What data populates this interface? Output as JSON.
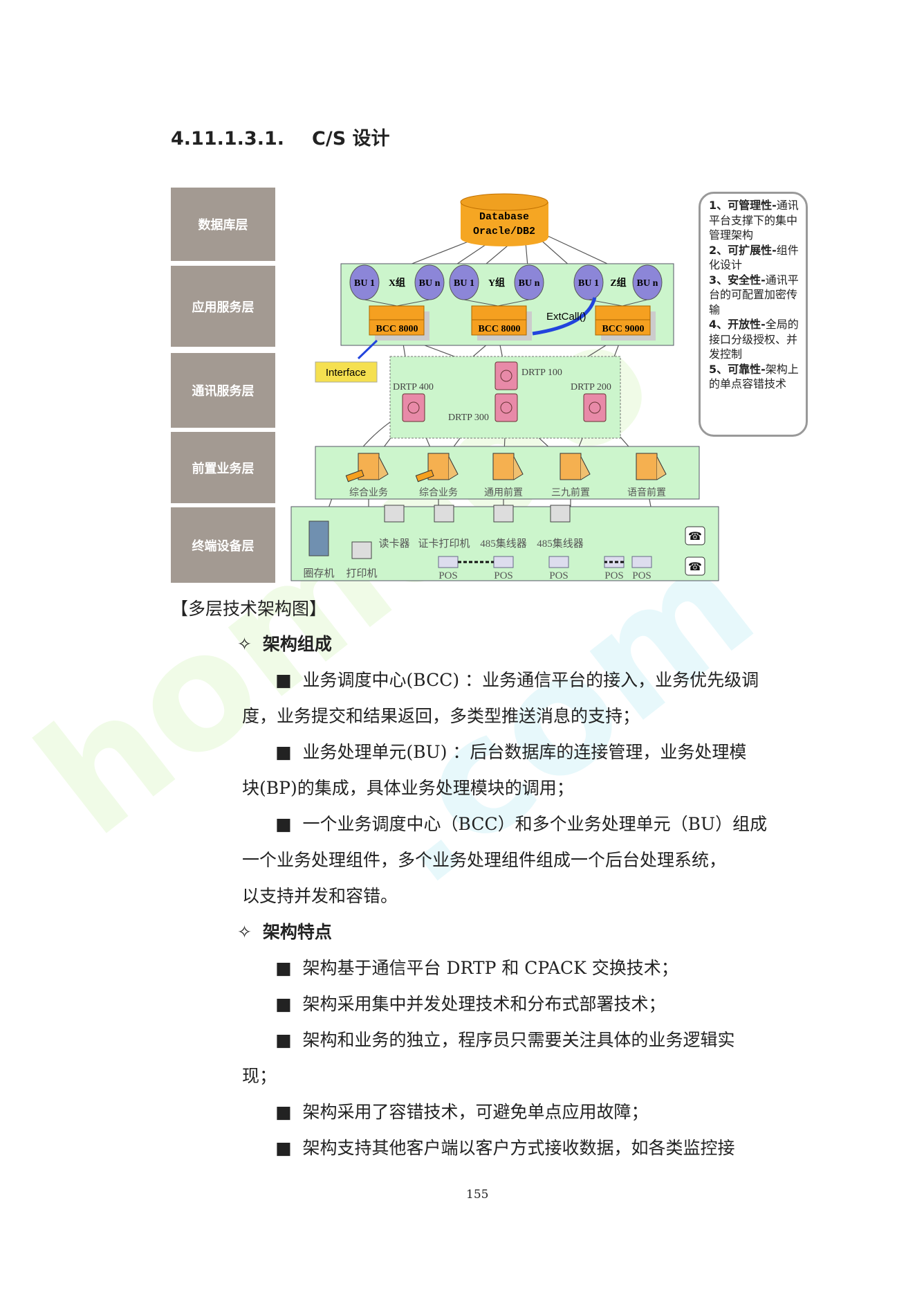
{
  "heading": {
    "number": "4.11.1.3.1.",
    "title": "C/S 设计"
  },
  "diagram": {
    "layers": [
      "数据库层",
      "应用服务层",
      "通讯服务层",
      "前置业务层",
      "终端设备层"
    ],
    "database": [
      "Database",
      "Oracle/DB2"
    ],
    "bu": [
      "BU 1",
      "BU n",
      "BU 1",
      "BU n",
      "BU 1",
      "BU n"
    ],
    "groups": [
      "X组",
      "Y组",
      "Z组"
    ],
    "bcc": [
      "BCC 8000",
      "BCC 8000",
      "BCC 9000"
    ],
    "extcall": "ExtCall()",
    "interface": "Interface",
    "drtp": [
      "DRTP 100",
      "DRTP 400",
      "DRTP 300",
      "DRTP 200"
    ],
    "front": [
      "综合业务",
      "综合业务",
      "通用前置",
      "三九前置",
      "语音前置"
    ],
    "terminals": [
      "圈存机",
      "打印机",
      "读卡器",
      "证卡打印机",
      "485集线器",
      "485集线器"
    ],
    "pos": [
      "POS",
      "POS",
      "POS",
      "POS",
      "POS"
    ],
    "legend": [
      {
        "t": "1、可管理性-",
        "d": "通讯平台支撑下的集中管理架构"
      },
      {
        "t": "2、可扩展性-",
        "d": "组件化设计"
      },
      {
        "t": "3、安全性-",
        "d": "通讯平台的可配置加密传输"
      },
      {
        "t": "4、开放性-",
        "d": "全局的接口分级授权、并发控制"
      },
      {
        "t": "5、可靠性-",
        "d": "架构上的单点容错技术"
      }
    ]
  },
  "caption": "【多层技术架构图】",
  "sections": [
    {
      "title": "架构组成",
      "items": [
        [
          "业务调度中心(BCC) ：业务通信平台的接入，业务优先级调",
          "度，业务提交和结果返回，多类型推送消息的支持；"
        ],
        [
          "业务处理单元(BU) ：后台数据库的连接管理，业务处理模",
          "块(BP)的集成，具体业务处理模块的调用；"
        ],
        [
          "一个业务调度中心（BCC）和多个业务处理单元（BU）组成",
          "一个业务处理组件，多个业务处理组件组成一个后台处理系统，",
          "以支持并发和容错。"
        ]
      ]
    },
    {
      "title": "架构特点",
      "items": [
        [
          "架构基于通信平台 DRTP 和 CPACK 交换技术；"
        ],
        [
          "架构采用集中并发处理技术和分布式部署技术；"
        ],
        [
          "架构和业务的独立，程序员只需要关注具体的业务逻辑实",
          "现；"
        ],
        [
          "架构采用了容错技术，可避免单点应用故障；"
        ],
        [
          "架构支持其他客户端以客户方式接收数据，如各类监控接"
        ]
      ]
    }
  ],
  "page_number": "155"
}
